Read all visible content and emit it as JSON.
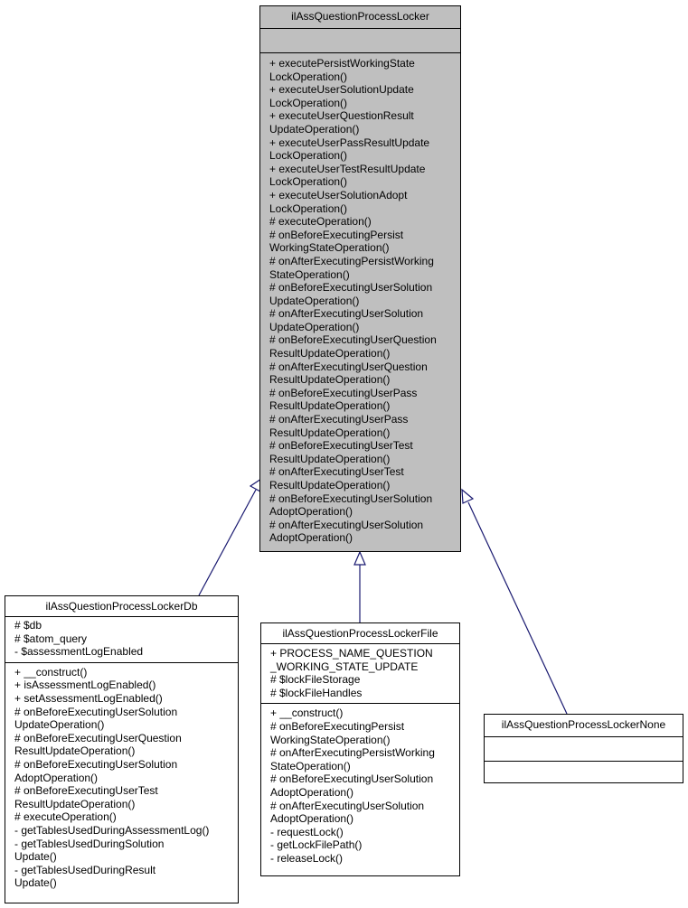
{
  "classes": {
    "base": {
      "title": "ilAssQuestionProcessLocker",
      "attributes": [],
      "methods": [
        "+ executePersistWorkingState",
        "LockOperation()",
        "+ executeUserSolutionUpdate",
        "LockOperation()",
        "+ executeUserQuestionResult",
        "UpdateOperation()",
        "+ executeUserPassResultUpdate",
        "LockOperation()",
        "+ executeUserTestResultUpdate",
        "LockOperation()",
        "+ executeUserSolutionAdopt",
        "LockOperation()",
        "# executeOperation()",
        "# onBeforeExecutingPersist",
        "WorkingStateOperation()",
        "# onAfterExecutingPersistWorking",
        "StateOperation()",
        "# onBeforeExecutingUserSolution",
        "UpdateOperation()",
        "# onAfterExecutingUserSolution",
        "UpdateOperation()",
        "# onBeforeExecutingUserQuestion",
        "ResultUpdateOperation()",
        "# onAfterExecutingUserQuestion",
        "ResultUpdateOperation()",
        "# onBeforeExecutingUserPass",
        "ResultUpdateOperation()",
        "# onAfterExecutingUserPass",
        "ResultUpdateOperation()",
        "# onBeforeExecutingUserTest",
        "ResultUpdateOperation()",
        "# onAfterExecutingUserTest",
        "ResultUpdateOperation()",
        "# onBeforeExecutingUserSolution",
        "AdoptOperation()",
        "# onAfterExecutingUserSolution",
        "AdoptOperation()"
      ]
    },
    "db": {
      "title": "ilAssQuestionProcessLockerDb",
      "attributes": [
        "# $db",
        "# $atom_query",
        "- $assessmentLogEnabled"
      ],
      "methods": [
        "+ __construct()",
        "+ isAssessmentLogEnabled()",
        "+ setAssessmentLogEnabled()",
        "# onBeforeExecutingUserSolution",
        "UpdateOperation()",
        "# onBeforeExecutingUserQuestion",
        "ResultUpdateOperation()",
        "# onBeforeExecutingUserSolution",
        "AdoptOperation()",
        "# onBeforeExecutingUserTest",
        "ResultUpdateOperation()",
        "# executeOperation()",
        "- getTablesUsedDuringAssessmentLog()",
        "- getTablesUsedDuringSolution",
        "Update()",
        "- getTablesUsedDuringResult",
        "Update()"
      ]
    },
    "file": {
      "title": "ilAssQuestionProcessLockerFile",
      "attributes": [
        "+ PROCESS_NAME_QUESTION",
        "_WORKING_STATE_UPDATE",
        "# $lockFileStorage",
        "# $lockFileHandles"
      ],
      "methods": [
        "+ __construct()",
        "# onBeforeExecutingPersist",
        "WorkingStateOperation()",
        "# onAfterExecutingPersistWorking",
        "StateOperation()",
        "# onBeforeExecutingUserSolution",
        "AdoptOperation()",
        "# onAfterExecutingUserSolution",
        "AdoptOperation()",
        "- requestLock()",
        "- getLockFilePath()",
        "- releaseLock()"
      ]
    },
    "none": {
      "title": "ilAssQuestionProcessLockerNone",
      "attributes": [],
      "methods": []
    }
  },
  "colors": {
    "base_fill": "#bfbfbf",
    "edge": "#191970"
  }
}
